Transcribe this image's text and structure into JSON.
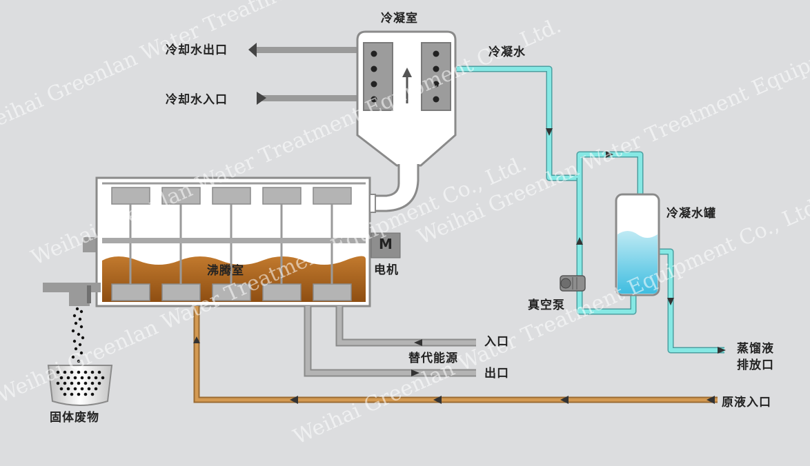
{
  "labels": {
    "condenser_room": "冷凝室",
    "cooling_water_outlet": "冷却水出口",
    "cooling_water_inlet": "冷却水入口",
    "condensate_water": "冷凝水",
    "condensate_tank": "冷凝水罐",
    "vacuum_pump": "真空泵",
    "distillate_discharge_line1": "蒸馏液",
    "distillate_discharge_line2": "排放口",
    "boiling_chamber": "沸腾室",
    "motor_symbol": "M",
    "motor": "电机",
    "inlet": "入口",
    "alternative_energy": "替代能源",
    "outlet": "出口",
    "raw_liquid_inlet": "原液入口",
    "solid_waste": "固体废物"
  },
  "watermark": {
    "line1": "Weihai Greenlan Water Treatment Equipment Co., Ltd.",
    "line2": "Weihai Greenlan Water Treatment Equipment Co., Ltd.",
    "line3": "Weihai Greenlan Water Treatment Equipment Co., Ltd.",
    "line4": "Weihai Greenlan Water Treatment Equipment Co., Ltd.",
    "line5": "Weihai Greenlan Water Treatment Equipment Co., Ltd."
  },
  "colors": {
    "background": "#dcdddf",
    "water_pipe": "#7fe3e0",
    "raw_pipe": "#c98a3f",
    "grey_pipe": "#9a9a9a",
    "liquid": "#a55f1c",
    "tank_water": "#4fc7e3"
  }
}
